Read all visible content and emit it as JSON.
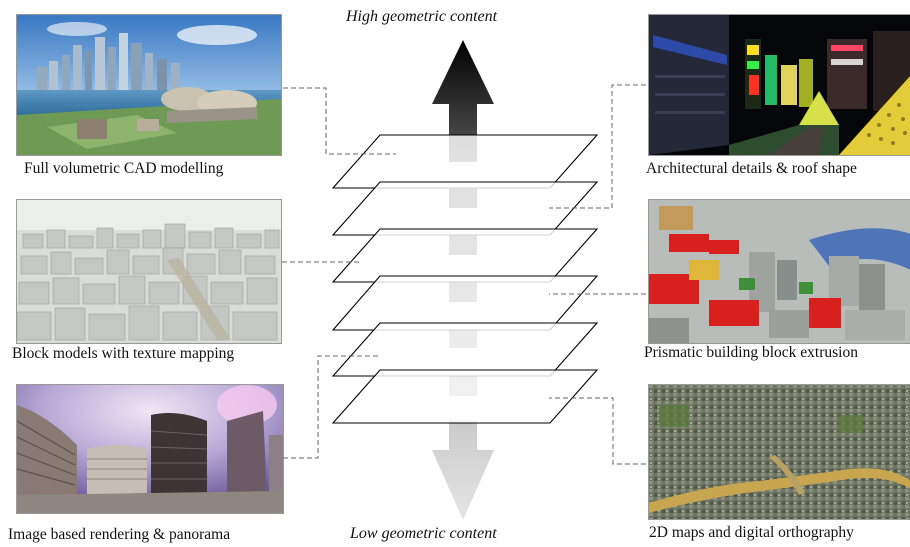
{
  "diagram": {
    "top_label": "High geometric content",
    "bottom_label": "Low geometric content",
    "left_panels": [
      {
        "caption": "Full volumetric CAD modelling",
        "image": "city-skyline-cad-render"
      },
      {
        "caption": "Block models with texture mapping",
        "image": "textured-block-city-model"
      },
      {
        "caption": "Image based rendering & panorama",
        "image": "panoramic-street-photo"
      }
    ],
    "right_panels": [
      {
        "caption": "Architectural details & roof shape",
        "image": "night-street-with-detailed-facades"
      },
      {
        "caption": "Prismatic building block extrusion",
        "image": "extruded-grey-blocks-red-roofs"
      },
      {
        "caption": "2D maps and digital orthography",
        "image": "aerial-orthophoto-with-river"
      }
    ],
    "layer_count": 6
  }
}
